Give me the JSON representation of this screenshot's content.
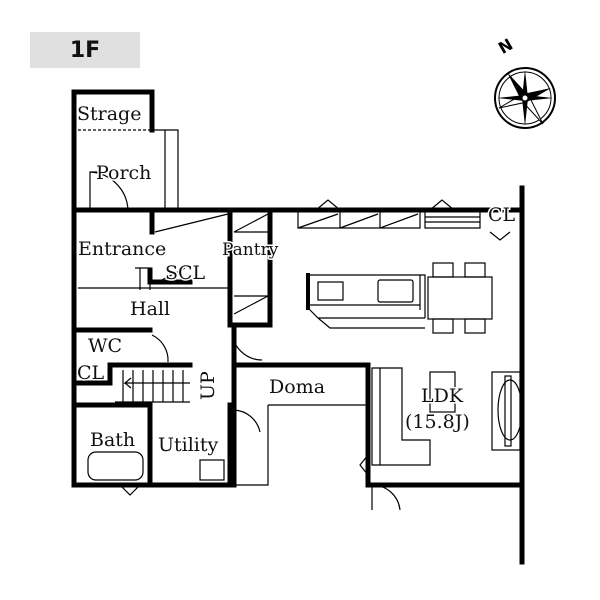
{
  "floor_label": "1F",
  "compass": {
    "north_label": "N"
  },
  "rooms": {
    "storage": "Strage",
    "porch": "Porch",
    "entrance": "Entrance",
    "pantry": "Pantry",
    "scl": "SCL",
    "hall": "Hall",
    "wc": "WC",
    "wc_closet": "CL",
    "stairs_up": "UP",
    "bath": "Bath",
    "utility": "Utility",
    "doma": "Doma",
    "ldk": "LDK",
    "ldk_size": "(15.8J)",
    "ldk_closet": "CL"
  }
}
